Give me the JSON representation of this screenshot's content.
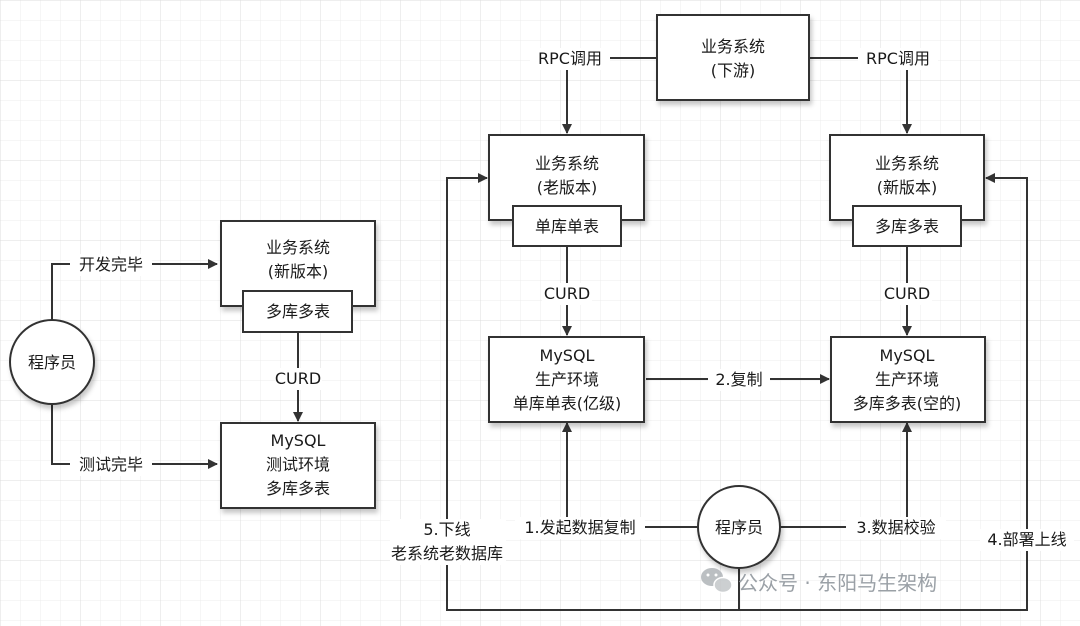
{
  "left": {
    "programmer": "程序员",
    "edge_dev_done": "开发完毕",
    "edge_test_done": "测试完毕",
    "new_system_line1": "业务系统",
    "new_system_line2": "(新版本)",
    "new_system_sub": "多库多表",
    "curd": "CURD",
    "test_db_line1": "MySQL",
    "test_db_line2": "测试环境",
    "test_db_line3": "多库多表"
  },
  "right": {
    "downstream_line1": "业务系统",
    "downstream_line2": "(下游)",
    "rpc_left": "RPC调用",
    "rpc_right": "RPC调用",
    "old_system_line1": "业务系统",
    "old_system_line2": "(老版本)",
    "old_system_sub": "单库单表",
    "new_system_line1": "业务系统",
    "new_system_line2": "(新版本)",
    "new_system_sub": "多库多表",
    "curd_left": "CURD",
    "curd_right": "CURD",
    "prod_old_line1": "MySQL",
    "prod_old_line2": "生产环境",
    "prod_old_line3": "单库单表(亿级)",
    "prod_new_line1": "MySQL",
    "prod_new_line2": "生产环境",
    "prod_new_line3": "多库多表(空的)",
    "step_copy": "2.复制",
    "programmer": "程序员",
    "step_start_copy": "1.发起数据复制",
    "step_verify": "3.数据校验",
    "step_offline_line1": "5.下线",
    "step_offline_line2": "老系统老数据库",
    "step_deploy": "4.部署上线"
  },
  "watermark": "公众号 · 东阳马生架构",
  "watermark_icon": "wechat-icon"
}
